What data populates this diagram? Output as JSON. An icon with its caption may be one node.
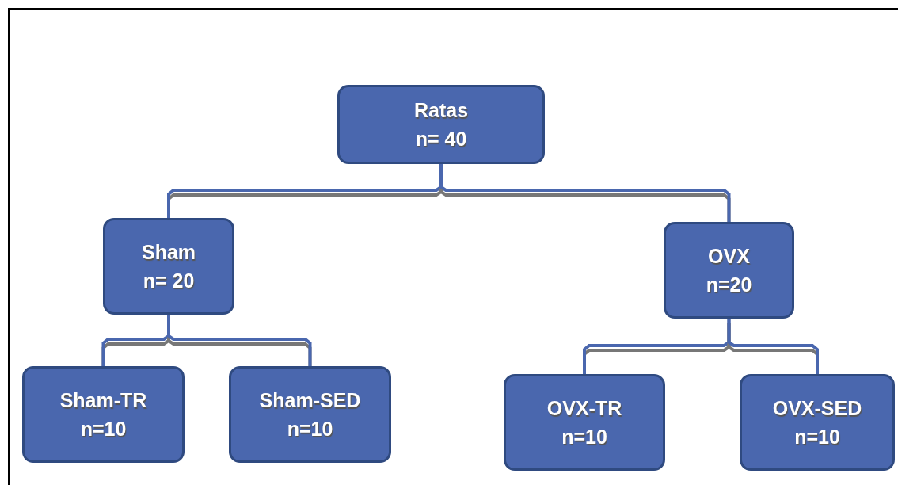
{
  "diagram": {
    "nodes": [
      {
        "text": [
          "Ratas",
          "n= 40"
        ]
      },
      {
        "text": [
          "Sham",
          "n= 20"
        ]
      },
      {
        "text": [
          "OVX",
          "n=20"
        ]
      },
      {
        "text": [
          "Sham-TR",
          "n=10"
        ]
      },
      {
        "text": [
          "Sham-SED",
          "n=10"
        ]
      },
      {
        "text": [
          "OVX-TR",
          "n=10"
        ]
      },
      {
        "text": [
          "OVX-SED",
          "n=10"
        ]
      }
    ],
    "edges": [
      {
        "from": 0,
        "to": 1,
        "arrow": "none"
      },
      {
        "from": 0,
        "to": 2,
        "arrow": "none"
      },
      {
        "from": 1,
        "to": 3,
        "arrow": "none"
      },
      {
        "from": 1,
        "to": 4,
        "arrow": "none"
      },
      {
        "from": 2,
        "to": 5,
        "arrow": "none"
      },
      {
        "from": 2,
        "to": 6,
        "arrow": "none"
      }
    ]
  }
}
